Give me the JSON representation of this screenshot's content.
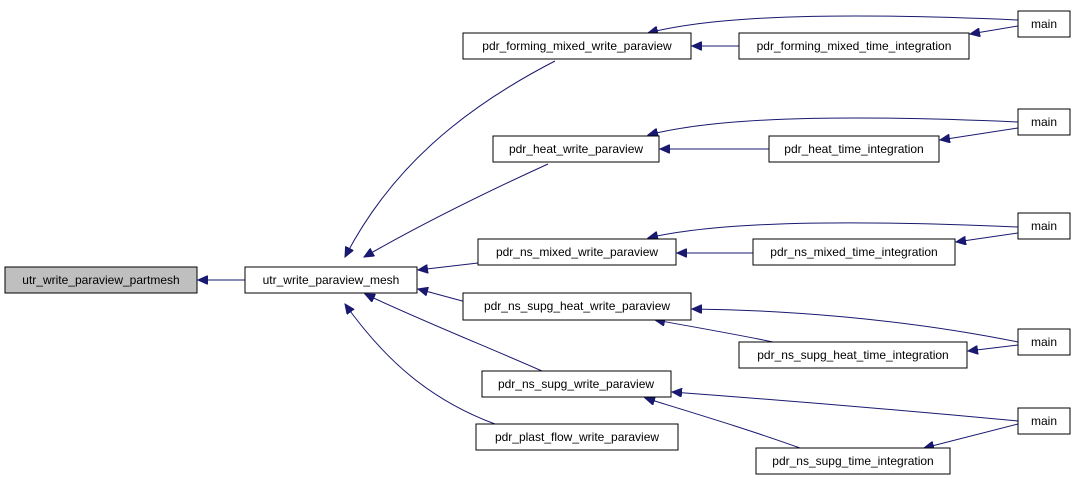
{
  "diagram": {
    "type": "call-graph",
    "colors": {
      "edge": "#191970",
      "highlight_fill": "#bfbfbf",
      "node_fill": "#ffffff",
      "node_stroke": "#000000"
    },
    "nodes": {
      "partmesh": "utr_write_paraview_partmesh",
      "mesh": "utr_write_paraview_mesh",
      "forming_write": "pdr_forming_mixed_write_paraview",
      "forming_time": "pdr_forming_mixed_time_integration",
      "main1": "main",
      "heat_write": "pdr_heat_write_paraview",
      "heat_time": "pdr_heat_time_integration",
      "main2": "main",
      "ns_mixed_write": "pdr_ns_mixed_write_paraview",
      "ns_mixed_time": "pdr_ns_mixed_time_integration",
      "main3": "main",
      "supg_heat_write": "pdr_ns_supg_heat_write_paraview",
      "supg_heat_time": "pdr_ns_supg_heat_time_integration",
      "main4": "main",
      "supg_write": "pdr_ns_supg_write_paraview",
      "supg_time": "pdr_ns_supg_time_integration",
      "main5": "main",
      "plast_write": "pdr_plast_flow_write_paraview"
    },
    "edges": [
      {
        "from": "mesh",
        "to": "partmesh"
      },
      {
        "from": "forming_write",
        "to": "mesh"
      },
      {
        "from": "heat_write",
        "to": "mesh"
      },
      {
        "from": "ns_mixed_write",
        "to": "mesh"
      },
      {
        "from": "supg_heat_write",
        "to": "mesh"
      },
      {
        "from": "supg_write",
        "to": "mesh"
      },
      {
        "from": "plast_write",
        "to": "mesh"
      },
      {
        "from": "main1",
        "to": "forming_write"
      },
      {
        "from": "forming_time",
        "to": "forming_write"
      },
      {
        "from": "main1",
        "to": "forming_time"
      },
      {
        "from": "main2",
        "to": "heat_write"
      },
      {
        "from": "heat_time",
        "to": "heat_write"
      },
      {
        "from": "main2",
        "to": "heat_time"
      },
      {
        "from": "main3",
        "to": "ns_mixed_write"
      },
      {
        "from": "ns_mixed_time",
        "to": "ns_mixed_write"
      },
      {
        "from": "main3",
        "to": "ns_mixed_time"
      },
      {
        "from": "main4",
        "to": "supg_heat_write"
      },
      {
        "from": "supg_heat_time",
        "to": "supg_heat_write"
      },
      {
        "from": "main4",
        "to": "supg_heat_time"
      },
      {
        "from": "main5",
        "to": "supg_write"
      },
      {
        "from": "supg_time",
        "to": "supg_write"
      },
      {
        "from": "main5",
        "to": "supg_time"
      }
    ]
  }
}
